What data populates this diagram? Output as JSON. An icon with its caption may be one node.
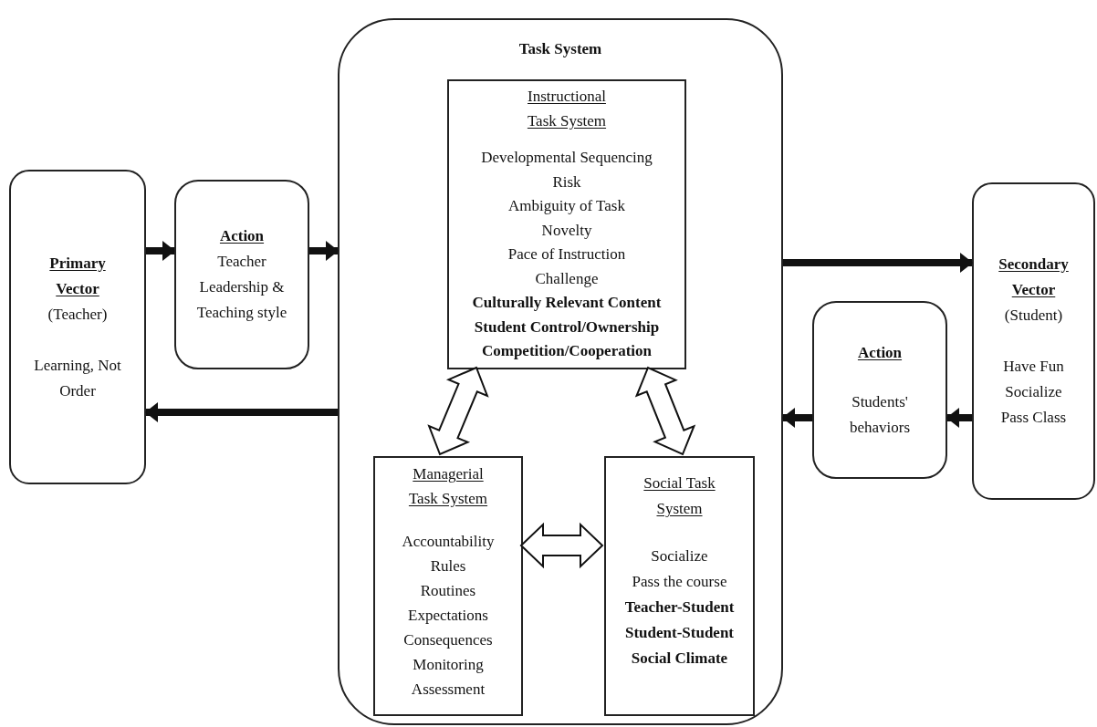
{
  "diagram": {
    "nodes": [
      {
        "text": [
          "Primary Vector",
          "(Teacher)",
          "Learning, Not Order"
        ]
      },
      {
        "text": [
          "Action",
          "Teacher Leadership & Teaching style"
        ]
      },
      {
        "text": [
          "Task System"
        ]
      },
      {
        "text": [
          "Instructional Task System",
          "Developmental Sequencing",
          "Risk",
          "Ambiguity of Task",
          "Novelty",
          "Pace of Instruction",
          "Challenge",
          "**Culturally Relevant Content**",
          "**Student Control/Ownership**",
          "**Competition/Cooperation**"
        ],
        "in": 2
      },
      {
        "text": [
          "Managerial Task System",
          "Accountability",
          "Rules",
          "Routines",
          "Expectations",
          "Consequences",
          "Monitoring",
          "Assessment"
        ],
        "in": 2
      },
      {
        "text": [
          "Social Task System",
          "Socialize",
          "Pass the course",
          "**Teacher-Student**",
          "**Student-Student**",
          "**Social Climate**"
        ],
        "in": 2
      },
      {
        "text": [
          "Action",
          "Students' behaviors"
        ]
      },
      {
        "text": [
          "Secondary Vector",
          "(Student)",
          "Have Fun",
          "Socialize",
          "Pass Class"
        ]
      }
    ],
    "edges": [
      {
        "from": 0,
        "to": 1,
        "arrow": "to"
      },
      {
        "from": 1,
        "to": 2,
        "arrow": "to"
      },
      {
        "from": 2,
        "to": 0,
        "arrow": "to"
      },
      {
        "from": 2,
        "to": 7,
        "arrow": "to"
      },
      {
        "from": 7,
        "to": 6,
        "arrow": "to"
      },
      {
        "from": 6,
        "to": 2,
        "arrow": "to"
      },
      {
        "from": 3,
        "to": 4,
        "arrow": "both",
        "style": "thick"
      },
      {
        "from": 3,
        "to": 5,
        "arrow": "both",
        "style": "thick"
      },
      {
        "from": 4,
        "to": 5,
        "arrow": "both",
        "style": "thick"
      }
    ]
  }
}
